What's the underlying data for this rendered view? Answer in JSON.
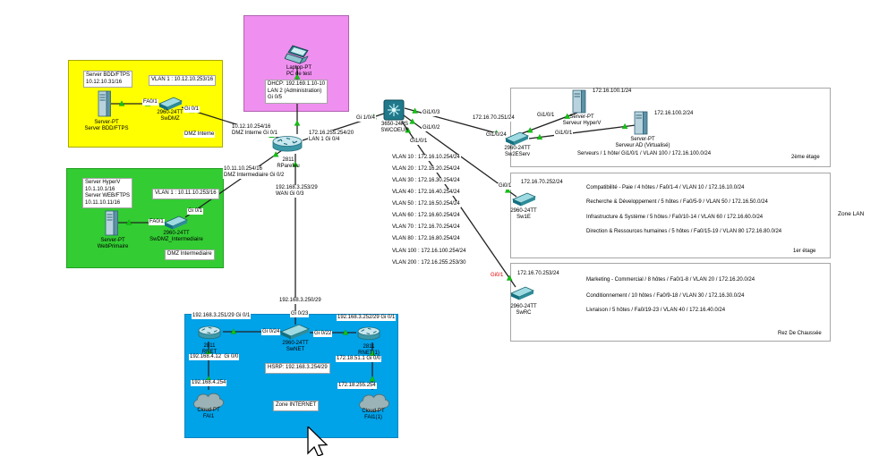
{
  "dmz_interne": {
    "server_note": "Server BDD/FTPS\n10.12.10.31/16",
    "vlan_note": "VLAN 1 : 10.12.10.253/16",
    "server_name": "Server-PT\nServer BDD/FTPS",
    "port_fa": "FA0/1",
    "switch_name": "2960-24TT\nSwDMZ",
    "port_gi": "Gi 0/1",
    "zone_label": "DMZ Interne",
    "uplink_label": "10.12.10.254/16\nDMZ Interne Gi 0/1"
  },
  "admin": {
    "laptop_name": "Laptop-PT\nPC de test",
    "dhcp_note": "DHCP: 192.169.1.10-10\nLAN 2 (Administration)\nGi 0/5"
  },
  "dmz_intermediaire": {
    "server_note": "Server HyperV\n10.1.10.1/16\nServer WEB/FTPS\n10.11.10.11/16",
    "vlan_note": "VLAN 1 : 10.11.10.253/16",
    "server_name": "Server-PT\nWebPrimaire",
    "port_fa": "FA0/1",
    "switch_name": "2960-24TT\nSwDMZ_Intermediaire",
    "port_gi": "Gi 0/1",
    "zone_label": "DMZ Intermediaire",
    "uplink_label": "10.11.10.254/16\nDMZ Intermediaire Gi 0/2"
  },
  "firewall": {
    "name": "2811\nRParefeu",
    "lan1_label": "172.16.255.254/20\nLAN 1 Gi 0/4",
    "wan_label": "192.168.3.253/29\nWAN Gi 0/3"
  },
  "core": {
    "name": "3650-24PS\nSWCOEUR",
    "port_gi104": "Gi 1/0/4",
    "port_gi103": "Gi1/0/3",
    "port_gi102": "Gi1/0/2",
    "port_gi101": "Gi1/0/1"
  },
  "vlan_gateways": [
    "VLAN 10 : 172.16.10.254/24",
    "VLAN 20 : 172.16.20.254/24",
    "VLAN 30 : 172.16.30.254/24",
    "VLAN 40 : 172.16.40.254/24",
    "VLAN 50 : 172.16.50.254/24",
    "VLAN 60 : 172.16.60.254/24",
    "VLAN 70 : 172.16.70.254/24",
    "VLAN 80 : 172.16.80.254/24",
    "VLAN 100 : 172.16.100.254/24",
    "VLAN 200 : 172.16.255.253/30"
  ],
  "floor2": {
    "uplink_ip": "172.16.70.251/24",
    "uplink_port": "Gi1/0/24",
    "switch_name": "2960-24TT\nSw2EServ",
    "server1_name": "Server-PT\nServeur HyperV",
    "server1_ip": "172.16.100.1/24",
    "server1_port": "Gi1/0/1",
    "server2_name": "Server-PT\nServeur AD (Virtualisé)",
    "server2_ip": "172.16.100.2/24",
    "server2_port": "Gi1/0/1",
    "description": "Serveurs / 1 hôte/ Gi1/0/1 / VLAN 100 / 172.16.100.0/24",
    "floor_label": "2ème étage"
  },
  "floor1": {
    "uplink_ip": "172.16.70.252/24",
    "uplink_port": "Gi0/1",
    "switch_name": "2960-24TT\nSw1E",
    "rows": [
      "Compatibilité - Paie / 4 hôtes / Fa0/1-4 / VLAN 10 / 172.16.10.0/24",
      "Recherche & Développement / 5 hôtes / Fa0/5-9 / VLAN 50 / 172.16.50.0/24",
      "Infrastructure & Système / 5 hôtes / Fa0/10-14 / VLAN 60 / 172.16.60.0/24",
      "Direction & Ressources humaines / 5 hôtes / Fa0/15-19 / VLAN 80 172.16.80.0/24"
    ],
    "floor_label": "1er étage"
  },
  "floor0": {
    "uplink_ip": "172.16.70.253/24",
    "uplink_port": "Gi0/1",
    "switch_name": "2960-24TT\nSwRC",
    "rows": [
      "Marketing - Commercial / 8 hôtes / Fa0/1-8 / VLAN 20 / 172.16.20.0/24",
      "Conditionnement / 10 hôtes / Fa0/9-18 / VLAN 30 / 172.16.30.0/24",
      "Livraison / 5 hôtes / Fa0/19-23 / VLAN 40 / 172.16.40.0/24"
    ],
    "floor_label": "Rez De Chaussée"
  },
  "zone_lan_label": "Zone LAN",
  "internet": {
    "uplink_ip": "192.168.3.250/29",
    "port_gi023": "Gi 0/23",
    "switch_name": "2960-24TT\nSwNET",
    "port_gi024": "Gi 0/24",
    "port_gi022": "Gi 0/22",
    "router1_label": "192.168.3.251/29 Gi 0/1",
    "router1_name": "2811\nRNET",
    "router2_label": "192.168.3.252/29 Gi 0/1",
    "router2_name": "2811\nRNET(1)",
    "router1_wan": "192.168.4.12  Gi 0/0",
    "router1_gw": "192.168.4.254",
    "cloud1_name": "Cloud-PT\nFAI1",
    "router2_wan": "172.18.51.1 Gi 0/0",
    "router2_gw": "172.18.255.254",
    "cloud2_name": "Cloud-PT\nFAI1(1)",
    "hsrp_label": "HSRP: 192.168.3.254/29",
    "zone_label": "Zone INTERNET"
  }
}
